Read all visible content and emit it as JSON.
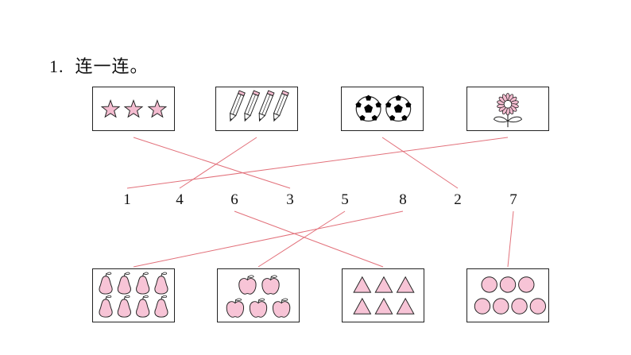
{
  "exercise": {
    "number": "1.",
    "instruction": "连一连。"
  },
  "numbers": [
    "1",
    "4",
    "6",
    "3",
    "5",
    "8",
    "2",
    "7"
  ],
  "top_pictures": [
    {
      "name": "stars",
      "count": 3,
      "color": "#f4bcd0"
    },
    {
      "name": "pencils",
      "count": 4,
      "color": "#f4bcd0"
    },
    {
      "name": "soccer-balls",
      "count": 2,
      "color": "#000000"
    },
    {
      "name": "flower",
      "count": 1,
      "color": "#f4bcd0"
    }
  ],
  "bottom_pictures": [
    {
      "name": "pears",
      "count": 8,
      "color": "#f7c4d6"
    },
    {
      "name": "apples",
      "count": 5,
      "color": "#f7c4d6"
    },
    {
      "name": "triangles",
      "count": 6,
      "color": "#f7c4d6"
    },
    {
      "name": "circles",
      "count": 7,
      "color": "#f7c4d6"
    }
  ],
  "connections": [
    {
      "picture": "stars",
      "number": "3"
    },
    {
      "picture": "pencils",
      "number": "4"
    },
    {
      "picture": "soccer-balls",
      "number": "2"
    },
    {
      "picture": "flower",
      "number": "1"
    },
    {
      "picture": "pears",
      "number": "8"
    },
    {
      "picture": "apples",
      "number": "5"
    },
    {
      "picture": "triangles",
      "number": "6"
    },
    {
      "picture": "circles",
      "number": "7"
    }
  ],
  "line_color": "#e2707a"
}
